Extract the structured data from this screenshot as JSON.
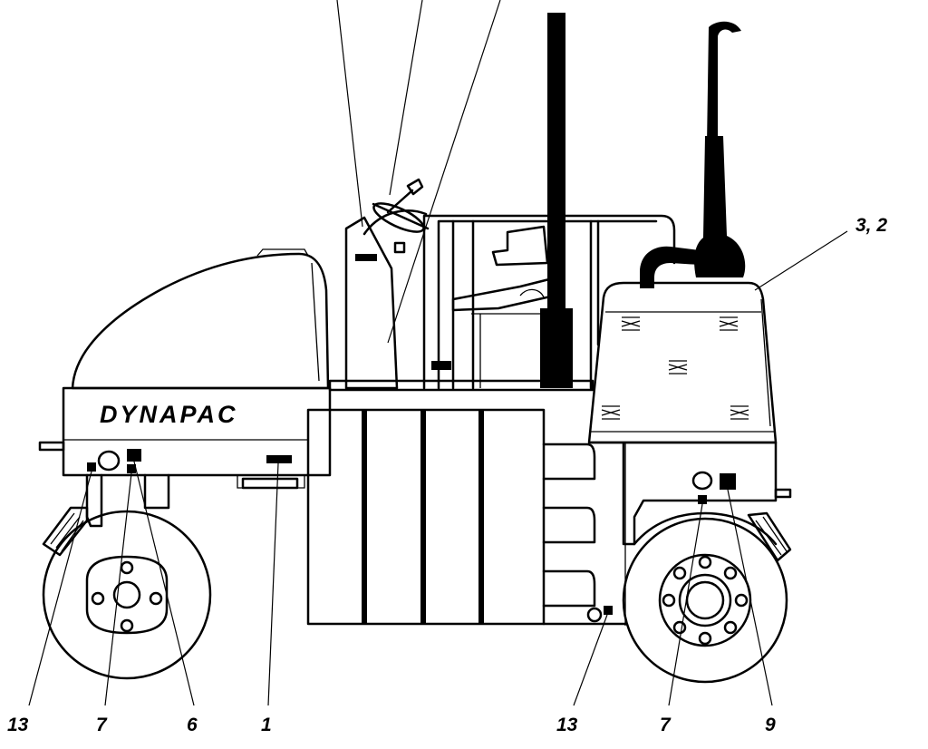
{
  "diagram": {
    "brand_text": "DYNAPAC",
    "callouts": {
      "top_right": "3, 2",
      "bottom_1": "13",
      "bottom_2": "7",
      "bottom_3": "6",
      "bottom_4": "1",
      "bottom_5": "13",
      "bottom_6": "7",
      "bottom_7": "9"
    }
  }
}
